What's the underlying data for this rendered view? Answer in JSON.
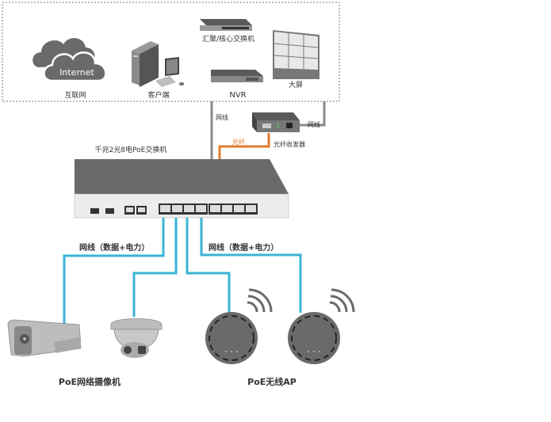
{
  "title": "千兆2光8电PoE交换机 组网示意图",
  "colors": {
    "poe_cable": "#3ab4d6",
    "fiber": "#e07b2e",
    "network_cable": "#8a8a8a",
    "device_gray": "#666666"
  },
  "top_zone": {
    "devices": [
      {
        "id": "internet",
        "label": "互联网",
        "icon_text": "Internet"
      },
      {
        "id": "client",
        "label": "客户端"
      },
      {
        "id": "core_switch",
        "label": "汇聚/核心交换机"
      },
      {
        "id": "nvr",
        "label": "NVR"
      },
      {
        "id": "big_screen",
        "label": "大屏"
      }
    ]
  },
  "links": {
    "switch_uplink": "网线",
    "transceiver_uplink": "网线",
    "fiber": "光纤",
    "poe_left": "网线（数据+电力）",
    "poe_right": "网线（数据+电力）"
  },
  "transceiver": {
    "label": "光纤收发器"
  },
  "main_switch": {
    "label": "千兆2光8电PoE交换机"
  },
  "endpoints": {
    "cameras_label": "PoE网络摄像机",
    "ap_label": "PoE无线AP"
  }
}
